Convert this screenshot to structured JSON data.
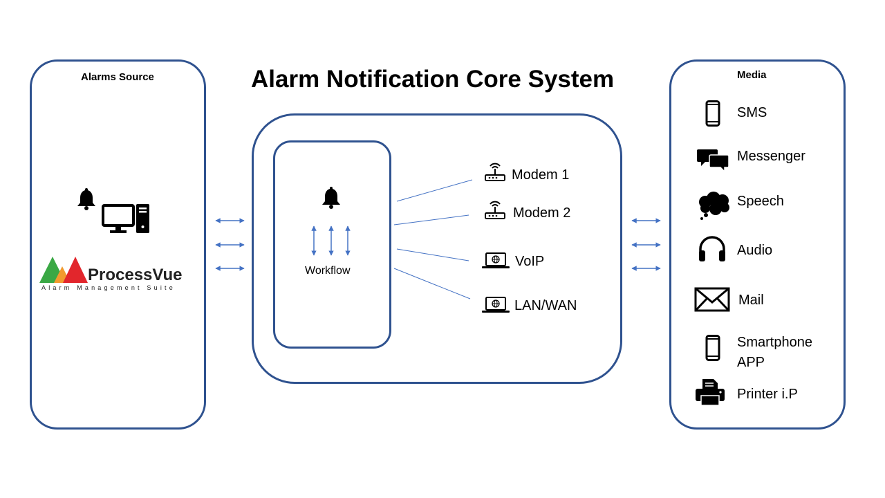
{
  "title": "Alarm Notification Core System",
  "left": {
    "title": "Alarms Source",
    "logo_name": "ProcessVue",
    "logo_tagline": "Alarm Management Suite"
  },
  "core": {
    "workflow_label": "Workflow",
    "channels": [
      {
        "label": "Modem 1",
        "icon": "router-icon"
      },
      {
        "label": "Modem 2",
        "icon": "router-icon"
      },
      {
        "label": "VoIP",
        "icon": "laptop-globe-icon"
      },
      {
        "label": "LAN/WAN",
        "icon": "laptop-globe-icon"
      }
    ]
  },
  "media": {
    "title": "Media",
    "items": [
      {
        "label": "SMS",
        "icon": "mobile-phone-icon"
      },
      {
        "label": "Messenger",
        "icon": "chat-bubbles-icon"
      },
      {
        "label": "Speech",
        "icon": "thought-cloud-icon"
      },
      {
        "label": "Audio",
        "icon": "headphones-icon"
      },
      {
        "label": "Mail",
        "icon": "envelope-icon"
      },
      {
        "label": "Smartphone\nAPP",
        "icon": "smartphone-icon"
      },
      {
        "label": "Printer i.P",
        "icon": "printer-icon"
      }
    ]
  },
  "colors": {
    "border": "#2f528f",
    "arrow": "#4472c4",
    "logo_green": "#3aa845",
    "logo_orange": "#f29a2e",
    "logo_red": "#e2262c"
  }
}
